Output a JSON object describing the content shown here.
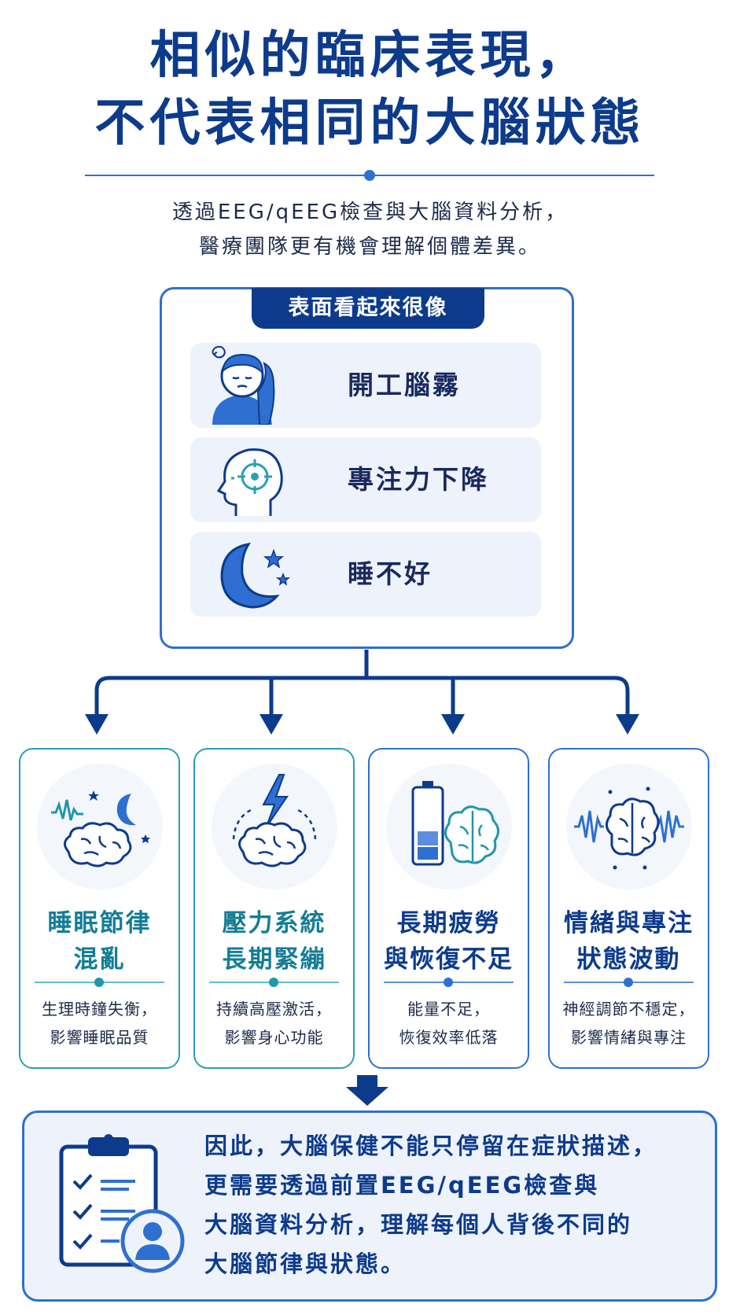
{
  "title": {
    "line1": "相似的臨床表現，",
    "line2": "不代表相同的大腦狀態"
  },
  "subtitle": {
    "line1": "透過EEG/qEEG檢查與大腦資料分析，",
    "line2": "醫療團隊更有機會理解個體差異。"
  },
  "surface": {
    "label": "表面看起來很像",
    "symptoms": [
      {
        "text": "開工腦霧",
        "icon": "confused-person-icon"
      },
      {
        "text": "專注力下降",
        "icon": "head-target-icon"
      },
      {
        "text": "睡不好",
        "icon": "moon-stars-icon"
      }
    ]
  },
  "cards": [
    {
      "title1": "睡眠節律",
      "title2": "混亂",
      "desc1": "生理時鐘失衡，",
      "desc2": "影響睡眠品質",
      "icon": "brain-moon-wave-icon",
      "accent": "#147d96"
    },
    {
      "title1": "壓力系統",
      "title2": "長期緊繃",
      "desc1": "持續高壓激活，",
      "desc2": "影響身心功能",
      "icon": "brain-lightning-icon",
      "accent": "#147d96"
    },
    {
      "title1": "長期疲勞",
      "title2": "與恢復不足",
      "desc1": "能量不足，",
      "desc2": "恢復效率低落",
      "icon": "battery-brain-icon",
      "accent": "#0d3b8c"
    },
    {
      "title1": "情緒與專注",
      "title2": "狀態波動",
      "desc1": "神經調節不穩定，",
      "desc2": "影響情緒與專注",
      "icon": "brain-waves-icon",
      "accent": "#0d3b8c"
    }
  ],
  "conclusion": {
    "lines": [
      "因此，大腦保健不能只停留在症狀描述，",
      "更需要透過前置EEG/qEEG檢查與",
      "大腦資料分析，理解每個人背後不同的",
      "大腦節律與狀態。"
    ],
    "icon": "clipboard-checklist-user-icon"
  },
  "colors": {
    "navy": "#0d3b8c",
    "blue": "#2f6fd1",
    "teal": "#147d96",
    "panel": "#eef3fb"
  }
}
